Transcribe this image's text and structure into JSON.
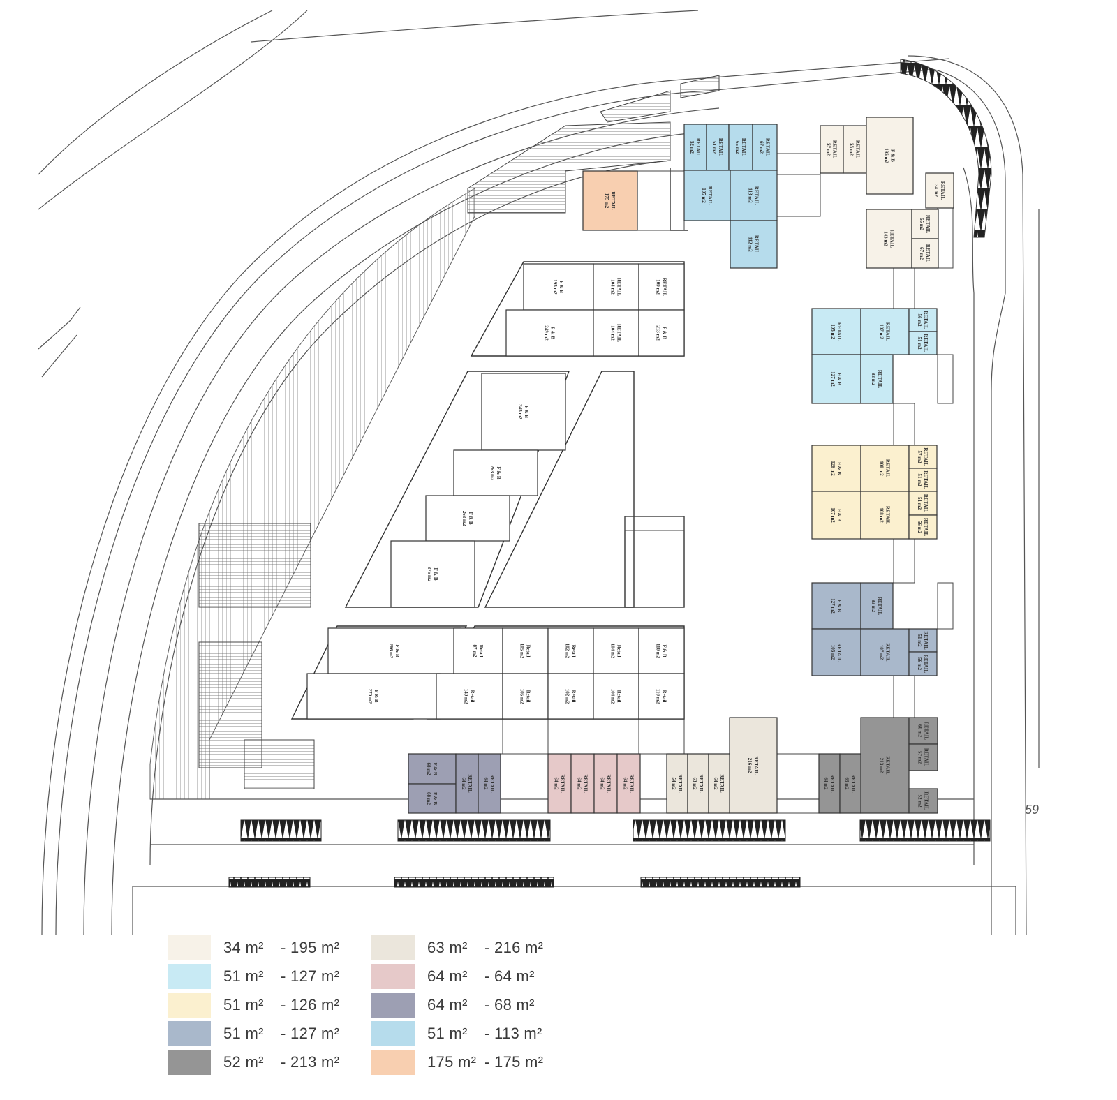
{
  "lot_number": "59",
  "legend": [
    {
      "from": "34 m²",
      "to": "- 195 m²",
      "color": "#f7f2e8"
    },
    {
      "from": "51 m²",
      "to": "- 127 m²",
      "color": "#c8eaf4"
    },
    {
      "from": "51 m²",
      "to": "- 126 m²",
      "color": "#fbf0cf"
    },
    {
      "from": "51 m²",
      "to": "- 127 m²",
      "color": "#a9b8cb"
    },
    {
      "from": "52 m²",
      "to": "- 213 m²",
      "color": "#959595"
    },
    {
      "from": "63 m²",
      "to": "- 216 m²",
      "color": "#ebe6dc"
    },
    {
      "from": "64 m²",
      "to": "- 64 m²",
      "color": "#e6c9c9"
    },
    {
      "from": "64 m²",
      "to": "- 68 m²",
      "color": "#9d9fb3"
    },
    {
      "from": "51 m²",
      "to": "- 113 m²",
      "color": "#b6dcec"
    },
    {
      "from": "175 m²",
      "to": "- 175 m²",
      "color": "#f8cfb0"
    }
  ],
  "units": [
    {
      "label": "RETAIL",
      "area": "175 m2",
      "color": "#f8cfb0"
    },
    {
      "label": "RETAIL",
      "area": "52 m2",
      "color": "#b6dcec"
    },
    {
      "label": "RETAIL",
      "area": "51 m2",
      "color": "#b6dcec"
    },
    {
      "label": "RETAIL",
      "area": "65 m2",
      "color": "#b6dcec"
    },
    {
      "label": "RETAIL",
      "area": "67 m2",
      "color": "#b6dcec"
    },
    {
      "label": "RETAIL",
      "area": "105 m2",
      "color": "#b6dcec"
    },
    {
      "label": "RETAIL",
      "area": "113 m2",
      "color": "#b6dcec"
    },
    {
      "label": "RETAIL",
      "area": "112 m2",
      "color": "#b6dcec"
    },
    {
      "label": "RETAIL",
      "area": "57 m2",
      "color": "#f7f2e8"
    },
    {
      "label": "RETAIL",
      "area": "55 m2",
      "color": "#f7f2e8"
    },
    {
      "label": "F & B",
      "area": "195 m2",
      "color": "#f7f2e8"
    },
    {
      "label": "RETAIL",
      "area": "34 m2",
      "color": "#f7f2e8"
    },
    {
      "label": "RETAIL",
      "area": "143 m2",
      "color": "#f7f2e8"
    },
    {
      "label": "RETAIL",
      "area": "65 m2",
      "color": "#f7f2e8"
    },
    {
      "label": "RETAIL",
      "area": "67 m2",
      "color": "#f7f2e8"
    },
    {
      "label": "RETAIL",
      "area": "105 m2",
      "color": "#c8eaf4"
    },
    {
      "label": "RETAIL",
      "area": "107 m2",
      "color": "#c8eaf4"
    },
    {
      "label": "RETAIL",
      "area": "56 m2",
      "color": "#c8eaf4"
    },
    {
      "label": "RETAIL",
      "area": "51 m2",
      "color": "#c8eaf4"
    },
    {
      "label": "F & B",
      "area": "127 m2",
      "color": "#c8eaf4"
    },
    {
      "label": "RETAIL",
      "area": "83 m2",
      "color": "#c8eaf4"
    },
    {
      "label": "F & B",
      "area": "126 m2",
      "color": "#fbf0cf"
    },
    {
      "label": "RETAIL",
      "area": "108 m2",
      "color": "#fbf0cf"
    },
    {
      "label": "RETAIL",
      "area": "57 m2",
      "color": "#fbf0cf"
    },
    {
      "label": "RETAIL",
      "area": "51 m2",
      "color": "#fbf0cf"
    },
    {
      "label": "F & B",
      "area": "107 m2",
      "color": "#fbf0cf"
    },
    {
      "label": "RETAIL",
      "area": "108 m2",
      "color": "#fbf0cf"
    },
    {
      "label": "RETAIL",
      "area": "51 m2",
      "color": "#fbf0cf"
    },
    {
      "label": "RETAIL",
      "area": "56 m2",
      "color": "#fbf0cf"
    },
    {
      "label": "F & B",
      "area": "127 m2",
      "color": "#a9b8cb"
    },
    {
      "label": "RETAIL",
      "area": "83 m2",
      "color": "#a9b8cb"
    },
    {
      "label": "RETAIL",
      "area": "105 m2",
      "color": "#a9b8cb"
    },
    {
      "label": "RETAIL",
      "area": "107 m2",
      "color": "#a9b8cb"
    },
    {
      "label": "RETAIL",
      "area": "51 m2",
      "color": "#a9b8cb"
    },
    {
      "label": "RETAIL",
      "area": "56 m2",
      "color": "#a9b8cb"
    },
    {
      "label": "RETAIL",
      "area": "213 m2",
      "color": "#959595"
    },
    {
      "label": "RETAIL",
      "area": "60 m2",
      "color": "#959595"
    },
    {
      "label": "RETAIL",
      "area": "57 m2",
      "color": "#959595"
    },
    {
      "label": "RETAIL",
      "area": "52 m2",
      "color": "#959595"
    },
    {
      "label": "RETAIL",
      "area": "64 m2",
      "color": "#959595"
    },
    {
      "label": "RETAIL",
      "area": "63 m2",
      "color": "#959595"
    },
    {
      "label": "RETAIL",
      "area": "216 m2",
      "color": "#ebe6dc"
    },
    {
      "label": "RETAIL",
      "area": "54 m2",
      "color": "#ebe6dc"
    },
    {
      "label": "RETAIL",
      "area": "63 m2",
      "color": "#ebe6dc"
    },
    {
      "label": "RETAIL",
      "area": "64 m2",
      "color": "#ebe6dc"
    },
    {
      "label": "RETAIL",
      "area": "64 m2",
      "color": "#e6c9c9"
    },
    {
      "label": "RETAIL",
      "area": "64 m2",
      "color": "#e6c9c9"
    },
    {
      "label": "RETAIL",
      "area": "64 m2",
      "color": "#e6c9c9"
    },
    {
      "label": "RETAIL",
      "area": "64 m2",
      "color": "#e6c9c9"
    },
    {
      "label": "F & B",
      "area": "68 m2",
      "color": "#9d9fb3"
    },
    {
      "label": "F & B",
      "area": "68 m2",
      "color": "#9d9fb3"
    },
    {
      "label": "RETAIL",
      "area": "64 m2",
      "color": "#9d9fb3"
    },
    {
      "label": "RETAIL",
      "area": "64 m2",
      "color": "#9d9fb3"
    },
    {
      "label": "F & B",
      "area": "195 m2",
      "color": "#ffffff"
    },
    {
      "label": "RETAIL",
      "area": "104 m2",
      "color": "#ffffff"
    },
    {
      "label": "RETAIL",
      "area": "109 m2",
      "color": "#ffffff"
    },
    {
      "label": "F & B",
      "area": "249 m2",
      "color": "#ffffff"
    },
    {
      "label": "RETAIL",
      "area": "104 m2",
      "color": "#ffffff"
    },
    {
      "label": "F & B",
      "area": "213 m2",
      "color": "#ffffff"
    },
    {
      "label": "F & B",
      "area": "345 m2",
      "color": "#ffffff"
    },
    {
      "label": "F & B",
      "area": "263 m2",
      "color": "#ffffff"
    },
    {
      "label": "F & B",
      "area": "263 m2",
      "color": "#ffffff"
    },
    {
      "label": "F & B",
      "area": "376 m2",
      "color": "#ffffff"
    },
    {
      "label": "F & B",
      "area": "266 m2",
      "color": "#ffffff"
    },
    {
      "label": "F & B",
      "area": "270 m2",
      "color": "#ffffff"
    },
    {
      "label": "Retail",
      "area": "87 m2",
      "color": "#ffffff"
    },
    {
      "label": "Retail",
      "area": "105 m2",
      "color": "#ffffff"
    },
    {
      "label": "Retail",
      "area": "102 m2",
      "color": "#ffffff"
    },
    {
      "label": "Retail",
      "area": "104 m2",
      "color": "#ffffff"
    },
    {
      "label": "F & B",
      "area": "110 m2",
      "color": "#ffffff"
    },
    {
      "label": "Retail",
      "area": "140 m2",
      "color": "#ffffff"
    },
    {
      "label": "Retail",
      "area": "105 m2",
      "color": "#ffffff"
    },
    {
      "label": "Retail",
      "area": "102 m2",
      "color": "#ffffff"
    },
    {
      "label": "Retail",
      "area": "104 m2",
      "color": "#ffffff"
    },
    {
      "label": "Retail",
      "area": "110 m2",
      "color": "#ffffff"
    }
  ]
}
